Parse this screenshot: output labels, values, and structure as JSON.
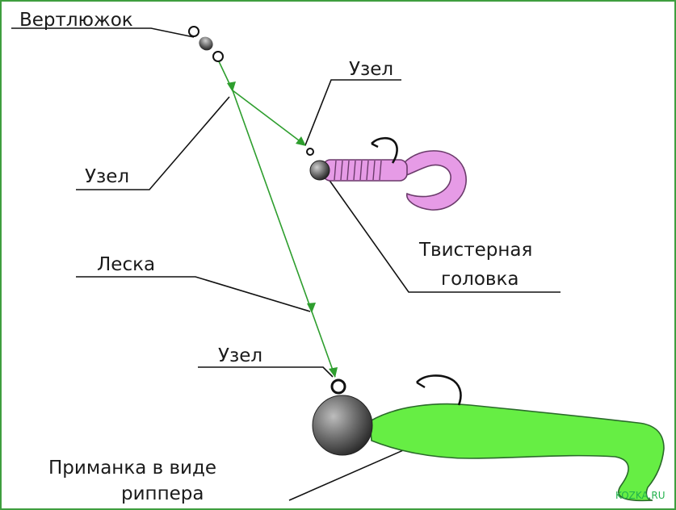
{
  "labels": {
    "swivel": "Вертлюжок",
    "knot_top": "Узел",
    "knot_left": "Узел",
    "line": "Леска",
    "knot_bottom": "Узел",
    "twister_head_line1": "Твистерная",
    "twister_head_line2": "головка",
    "ripper_line1": "Приманка в виде",
    "ripper_line2": "риппера"
  },
  "watermark": "KOZKA.RU",
  "colors": {
    "line": "#2e9e2e",
    "leader": "#111111",
    "twister": "#e69be6",
    "ripper": "#66ee44",
    "sinker": "#555555"
  }
}
